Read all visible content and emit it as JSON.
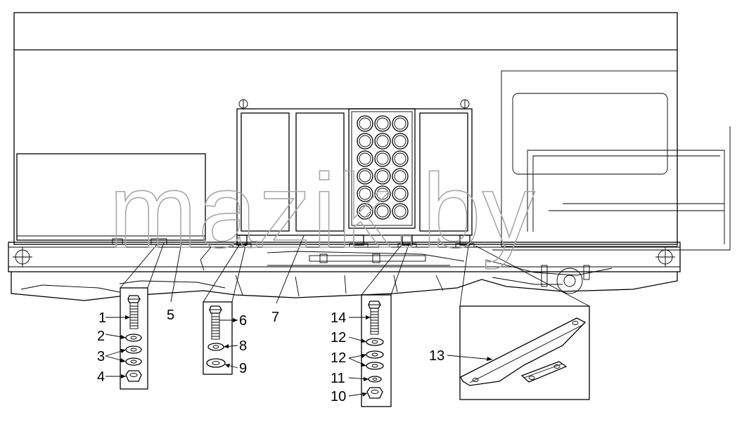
{
  "watermark": "mazik.by",
  "callouts": {
    "c1": "1",
    "c2": "2",
    "c3": "3",
    "c4": "4",
    "c5": "5",
    "c6": "6",
    "c7": "7",
    "c8": "8",
    "c9": "9",
    "c10": "10",
    "c11": "11",
    "c12a": "12",
    "c12b": "12",
    "c13": "13",
    "c14": "14"
  }
}
